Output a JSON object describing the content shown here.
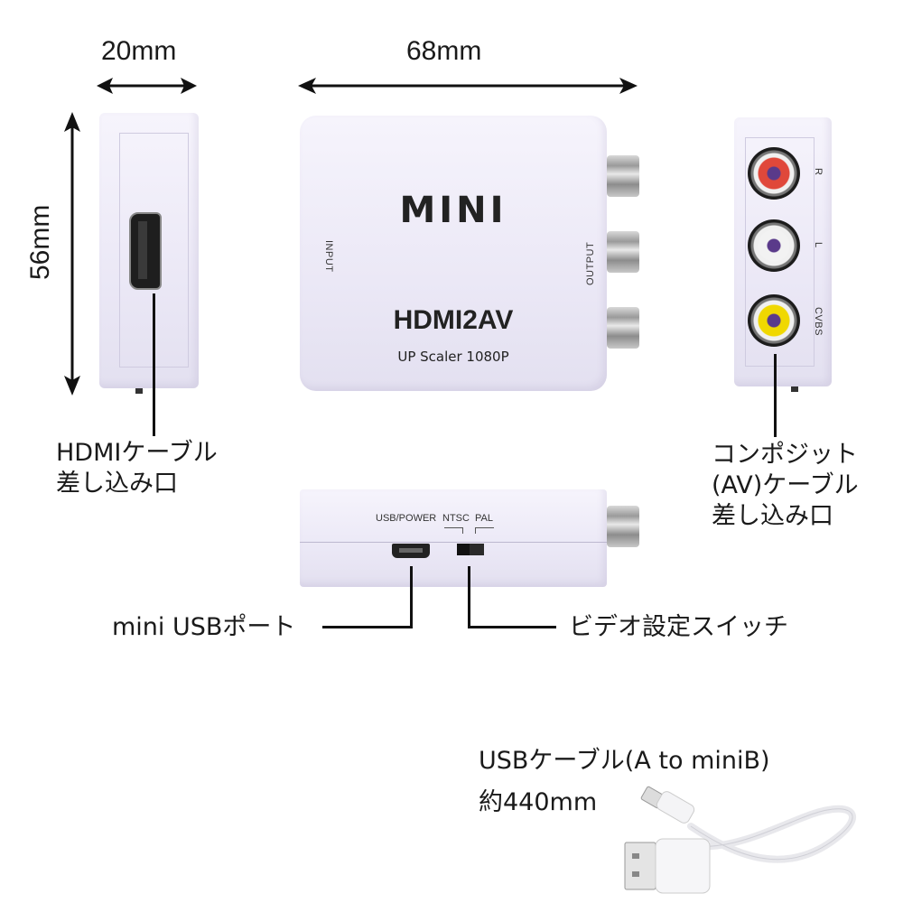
{
  "dimensions": {
    "width_side": "20mm",
    "width_front": "68mm",
    "height": "56mm"
  },
  "device_front": {
    "logo": "MINI",
    "product_name": "HDMI2AV",
    "subtitle": "UP Scaler 1080P",
    "input_label": "INPUT",
    "output_label": "OUTPUT"
  },
  "device_right_side": {
    "jacks": [
      {
        "label": "R",
        "color": "#e0483a"
      },
      {
        "label": "L",
        "color": "#f2f2f2"
      },
      {
        "label": "CVBS",
        "color": "#f0d800"
      }
    ]
  },
  "device_bottom": {
    "usb_label": "USB/POWER",
    "ntsc_label": "NTSC",
    "pal_label": "PAL"
  },
  "callouts": {
    "hdmi_port": [
      "HDMIケーブル",
      "差し込み口"
    ],
    "composite_port": [
      "コンポジット",
      "(AV)ケーブル",
      "差し込み口"
    ],
    "mini_usb_port": "mini USBポート",
    "video_switch": "ビデオ設定スイッチ"
  },
  "cable": {
    "title": "USBケーブル(A to miniB)",
    "length": "約440mm"
  }
}
